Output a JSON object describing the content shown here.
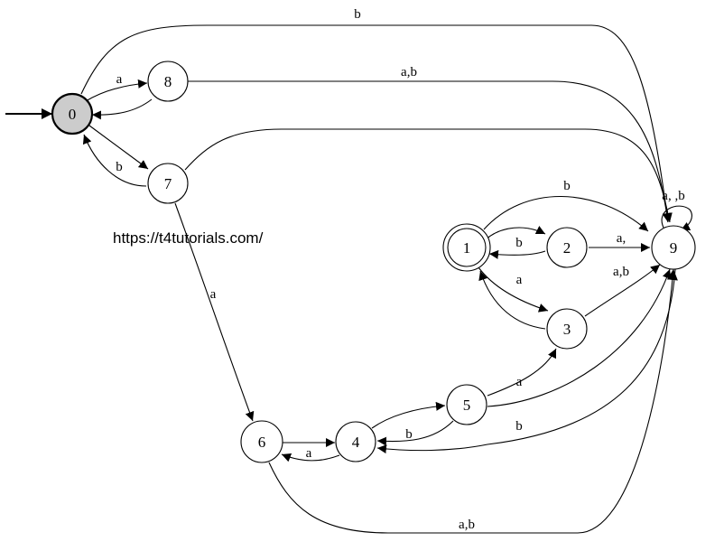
{
  "diagram": {
    "states": [
      {
        "id": "0",
        "label": "0",
        "initial": true,
        "accepting": false,
        "fill": "#cccccc"
      },
      {
        "id": "8",
        "label": "8"
      },
      {
        "id": "7",
        "label": "7"
      },
      {
        "id": "1",
        "label": "1",
        "accepting": true
      },
      {
        "id": "2",
        "label": "2"
      },
      {
        "id": "3",
        "label": "3"
      },
      {
        "id": "9",
        "label": "9"
      },
      {
        "id": "5",
        "label": "5"
      },
      {
        "id": "4",
        "label": "4"
      },
      {
        "id": "6",
        "label": "6"
      }
    ],
    "edges": {
      "e0_9": {
        "from": "0",
        "to": "9",
        "label": "b"
      },
      "e0_8": {
        "from": "0",
        "to": "8",
        "label": "a"
      },
      "e8_0": {
        "from": "8",
        "to": "0",
        "label": ""
      },
      "e8_9": {
        "from": "8",
        "to": "9",
        "label": "a,b"
      },
      "e0_7": {
        "from": "0",
        "to": "7",
        "label": ""
      },
      "e7_0": {
        "from": "7",
        "to": "0",
        "label": "b"
      },
      "e7_9": {
        "from": "7",
        "to": "9",
        "label": ""
      },
      "e7_6": {
        "from": "7",
        "to": "6",
        "label": "a"
      },
      "e1_9": {
        "from": "1",
        "to": "9",
        "label": "b"
      },
      "e1_2": {
        "from": "1",
        "to": "2",
        "label": ""
      },
      "e2_1": {
        "from": "2",
        "to": "1",
        "label": "b"
      },
      "e2_9": {
        "from": "2",
        "to": "9",
        "label": "a,"
      },
      "e1_3": {
        "from": "1",
        "to": "3",
        "label": "a"
      },
      "e3_1": {
        "from": "3",
        "to": "1",
        "label": ""
      },
      "e3_9": {
        "from": "3",
        "to": "9",
        "label": "a,b"
      },
      "e9_9": {
        "from": "9",
        "to": "9",
        "label": "a, ,b"
      },
      "e5_3": {
        "from": "5",
        "to": "3",
        "label": "a"
      },
      "e5_9": {
        "from": "5",
        "to": "9",
        "label": ""
      },
      "e9_4": {
        "from": "9",
        "to": "4",
        "label": "b"
      },
      "e4_5": {
        "from": "4",
        "to": "5",
        "label": ""
      },
      "e5_4": {
        "from": "5",
        "to": "4",
        "label": "b"
      },
      "e6_4": {
        "from": "6",
        "to": "4",
        "label": ""
      },
      "e4_6": {
        "from": "4",
        "to": "6",
        "label": "a"
      },
      "e6_9": {
        "from": "6",
        "to": "9",
        "label": "a,b"
      }
    }
  },
  "watermark": "https://t4tutorials.com/"
}
